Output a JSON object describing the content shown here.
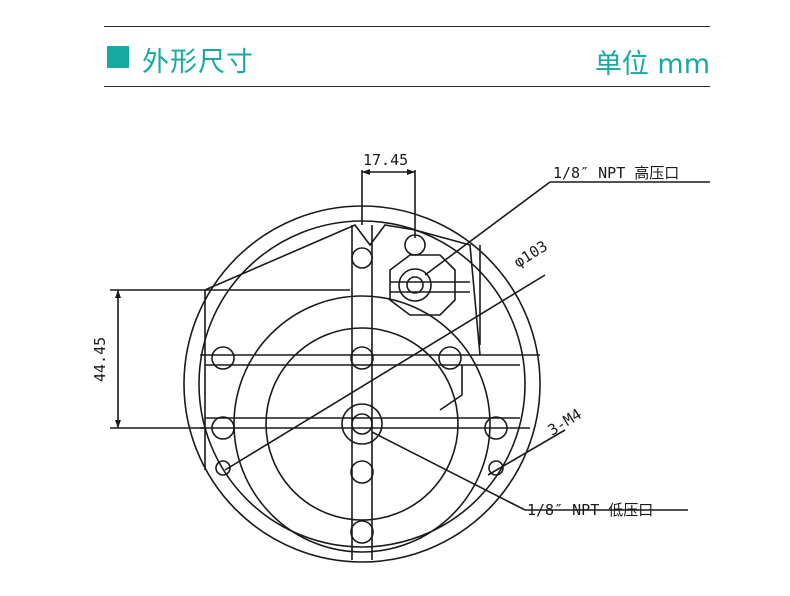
{
  "header": {
    "title": "外形尺寸",
    "unit": "单位 mm",
    "accent_color": "#17aaa0"
  },
  "drawing": {
    "dim_top": "17.45",
    "dim_left": "44.45",
    "dim_diameter": "φ103",
    "label_high_port": "1/8″ NPT 高压口",
    "label_low_port": "1/8″ NPT 低压口",
    "label_screws": "3-M4"
  }
}
